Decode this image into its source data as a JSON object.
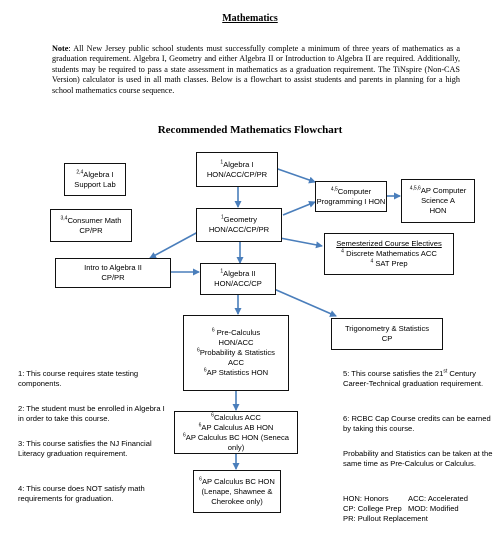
{
  "page": {
    "title": "Mathematics",
    "note_label": "Note",
    "note_text": ": All New Jersey public school students must successfully complete a minimum of three years of mathematics as a graduation requirement. Algebra I, Geometry and either Algebra II or Introduction to Algebra II are required. Additionally, students may be required to pass a state assessment in mathematics as a graduation requirement. The TiNspire (Non-CAS Version) calculator is used in all math classes. Below is a flowchart to assist students and parents in planning for a high school mathematics course sequence.",
    "flowchart_title": "Recommended Mathematics Flowchart"
  },
  "boxes": {
    "algebra1": {
      "sup": "1",
      "line1": "Algebra I",
      "line2": "HON/ACC/CP/PR"
    },
    "algebra1_lab": {
      "sup": "2,4",
      "line1": "Algebra I",
      "line2": "Support Lab"
    },
    "consumer_math": {
      "sup": "3,4",
      "line1": "Consumer Math",
      "line2": "CP/PR"
    },
    "geometry": {
      "sup": "1",
      "line1": "Geometry",
      "line2": "HON/ACC/CP/PR"
    },
    "comp_prog": {
      "sup": "4,5",
      "line1": "Computer",
      "line2": "Programming I HON"
    },
    "ap_cs": {
      "sup": "4,5,6",
      "line1": "AP Computer",
      "line2": "Science A",
      "line3": "HON"
    },
    "electives": {
      "heading": "Semesterized Course Electives",
      "sup1": "4",
      "line1": "Discrete Mathematics ACC",
      "sup2": "4",
      "line2": "SAT Prep"
    },
    "intro_alg2": {
      "line1": "Intro to Algebra II",
      "line2": "CP/PR"
    },
    "algebra2": {
      "sup": "1",
      "line1": "Algebra II",
      "line2": "HON/ACC/CP"
    },
    "precalc": {
      "sup1": "6",
      "line1": "Pre-Calculus",
      "line2": "HON/ACC",
      "sup2": "6",
      "line3": "Probability & Statistics",
      "line4": "ACC",
      "sup3": "6",
      "line5": "AP Statistics HON"
    },
    "trig": {
      "line1": "Trigonometry & Statistics",
      "line2": "CP"
    },
    "calculus": {
      "sup1": "6",
      "line1": "Calculus ACC",
      "sup2": "6",
      "line2": "AP Calculus AB HON",
      "sup3": "6",
      "line3": "AP Calculus BC HON (Seneca only)"
    },
    "calc_bc": {
      "sup": "6",
      "line1": "AP Calculus BC HON",
      "line2": "(Lenape, Shawnee &",
      "line3": "Cherokee only)"
    }
  },
  "footnotes": {
    "n1": "1: This course requires state testing components.",
    "n2": "2: The student must be enrolled in Algebra I in order to take this course.",
    "n3": "3: This course satisfies the NJ Financial Literacy graduation requirement.",
    "n4": "4: This course does NOT satisfy math requirements for graduation.",
    "n5a": "5: This course satisfies the 21",
    "n5sup": "st",
    "n5b": " Century Career-Technical graduation requirement.",
    "n6": "6: RCBC Cap Course credits can be earned by taking this course.",
    "n7": "Probability and Statistics can be taken at the same time as Pre-Calculus or Calculus."
  },
  "legend": {
    "row1a": "HON: Honors",
    "row1b": "ACC: Accelerated",
    "row2a": "CP: College Prep",
    "row2b": "MOD: Modified",
    "row3": "PR: Pullout Replacement"
  },
  "colors": {
    "arrow": "#4a7ebb",
    "border": "#111111"
  }
}
